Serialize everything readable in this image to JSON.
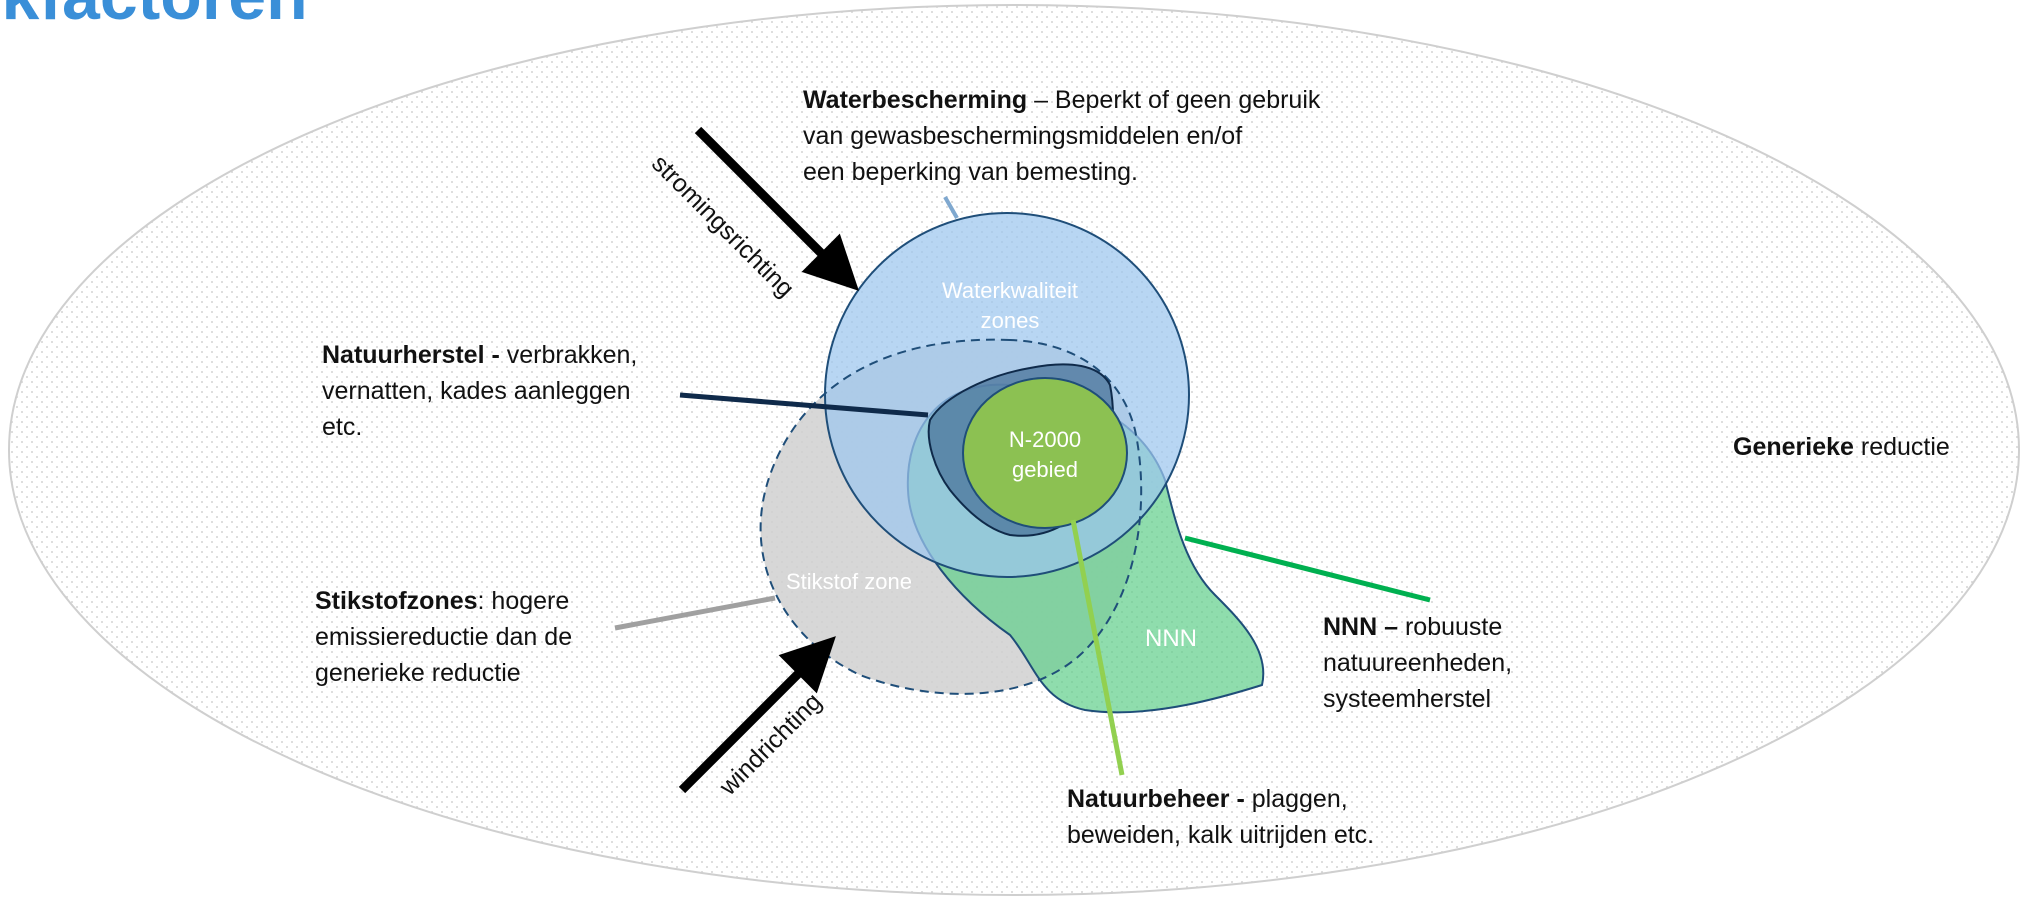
{
  "title": "ukfactoren",
  "zones": {
    "waterkwaliteit_line1": "Waterkwaliteit",
    "waterkwaliteit_line2": "zones",
    "n2000_line1": "N-2000",
    "n2000_line2": "gebied",
    "stikstof": "Stikstof zone",
    "nnn": "NNN"
  },
  "labels": {
    "waterbescherming": {
      "bold": "Waterbescherming",
      "rest": " – Beperkt of geen gebruik",
      "line2": "van gewasbeschermingsmiddelen en/of",
      "line3": "een beperking van bemesting."
    },
    "natuurherstel": {
      "bold": "Natuurherstel -",
      "rest": "  verbrakken,",
      "line2": "vernatten, kades aanleggen",
      "line3": "etc."
    },
    "stikstofzones": {
      "bold": "Stikstofzones",
      "rest": ": hogere",
      "line2": "emissiereductie dan de",
      "line3": "generieke reductie"
    },
    "nnn": {
      "bold": "NNN –",
      "rest": " robuuste",
      "line2": "natuureenheden,",
      "line3": "systeemherstel"
    },
    "natuurbeheer": {
      "bold": "Natuurbeheer -",
      "rest": "  plaggen,",
      "line2": "beweiden, kalk uitrijden etc."
    },
    "generiek": {
      "bold": "Generieke",
      "rest": " reductie"
    }
  },
  "arrows": {
    "stroming": "stromingsrichting",
    "wind": "windrichting"
  },
  "colors": {
    "title": "#3a8fd8",
    "water_fill": "#9cc6ee",
    "water_stroke": "#1f4e79",
    "n2000_fill": "#8cc152",
    "nnn_fill": "#5fcf8a",
    "nnn_stroke": "#1f4e79",
    "stikstof_fill": "#d0d0d0",
    "natuurherstel_fill": "#4a7399",
    "line_waterbescherming": "#7fa8cf",
    "line_natuurherstel": "#0f2a4a",
    "line_stikstof": "#a0a0a0",
    "line_nnn": "#00b050",
    "line_natuurbeheer": "#92d050"
  }
}
